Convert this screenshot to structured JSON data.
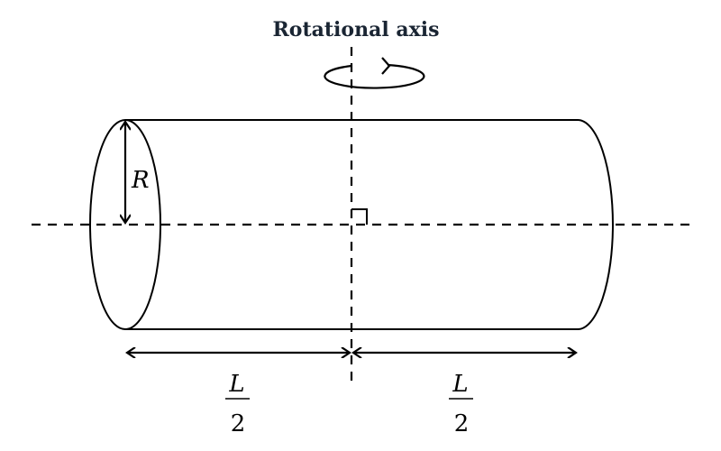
{
  "title": "Rotational axis",
  "labels": {
    "radius": "R",
    "half_length_left": {
      "numerator": "L",
      "denominator": "2"
    },
    "half_length_right": {
      "numerator": "L",
      "denominator": "2"
    }
  }
}
